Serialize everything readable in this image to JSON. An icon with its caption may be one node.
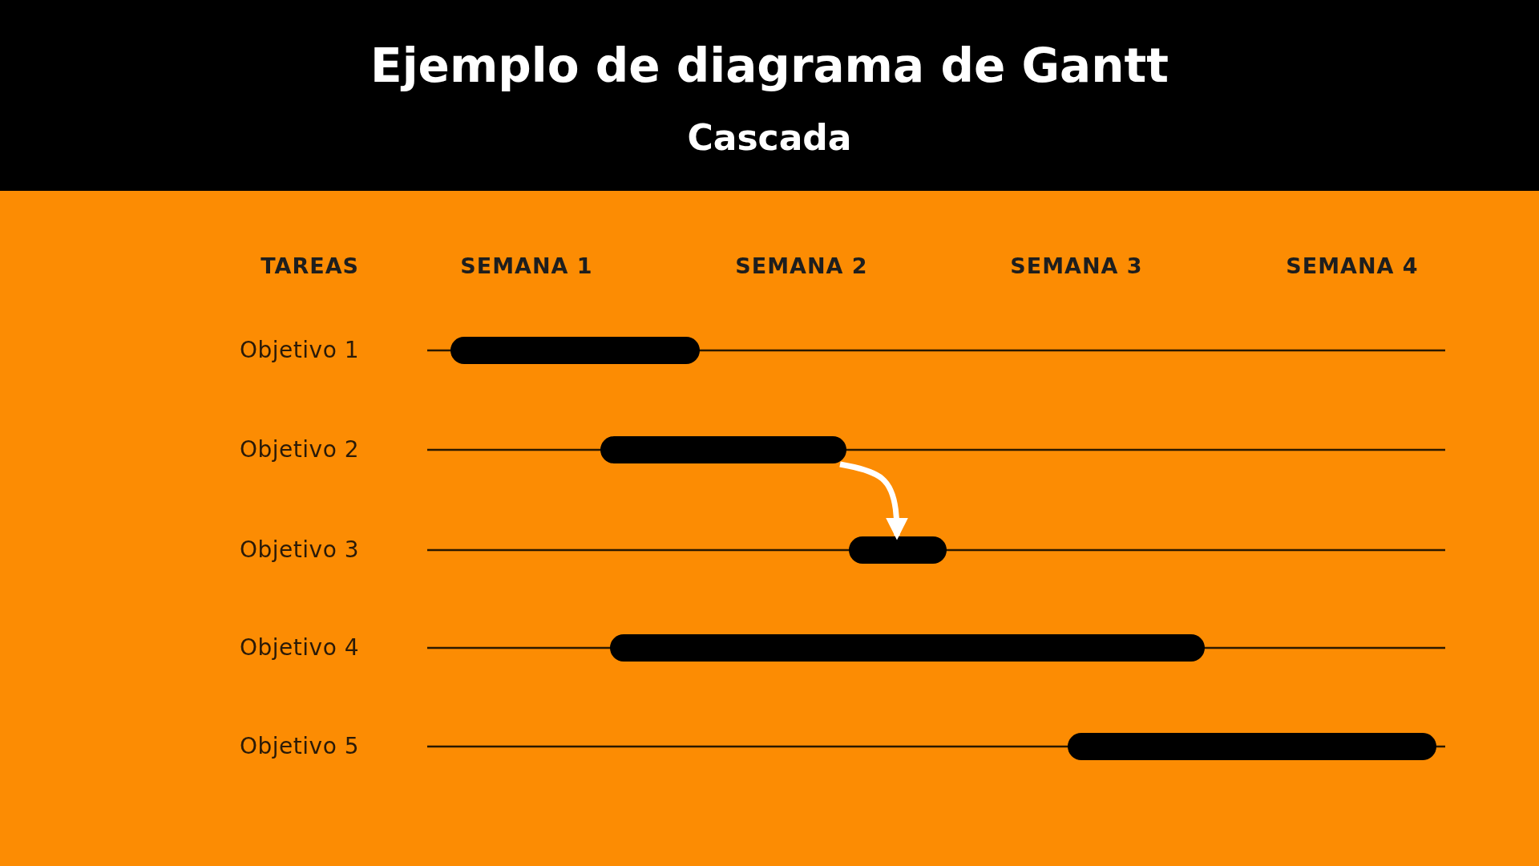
{
  "diagram": {
    "title": "Ejemplo de diagrama de Gantt",
    "caption": "Cascada",
    "nodes": [
      {
        "text": [],
        "shape": "bar"
      },
      {
        "text": [],
        "shape": "bar"
      },
      {
        "text": [],
        "shape": "bar"
      },
      {
        "text": [],
        "shape": "bar"
      },
      {
        "text": [],
        "shape": "bar"
      }
    ],
    "edges": [
      {
        "from": 1,
        "to": 2,
        "arrow": "to"
      }
    ],
    "labels": [
      "TAREAS",
      "SEMANA 1",
      "SEMANA 2",
      "SEMANA 3",
      "SEMANA 4",
      "Objetivo 1",
      "Objetivo 2",
      "Objetivo 3",
      "Objetivo 4",
      "Objetivo 5"
    ]
  }
}
